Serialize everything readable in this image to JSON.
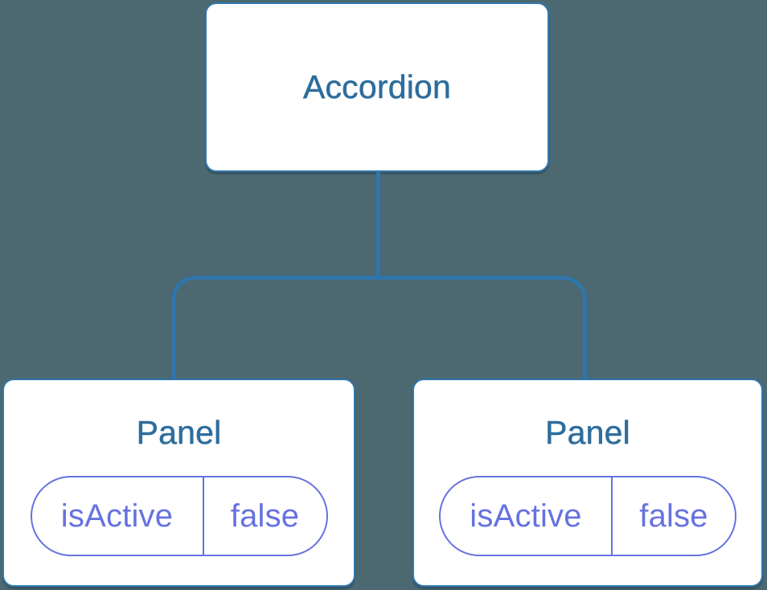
{
  "diagram": {
    "kind": "component-tree",
    "root": {
      "title": "Accordion"
    },
    "children": [
      {
        "title": "Panel",
        "state": {
          "label": "isActive",
          "value": "false"
        }
      },
      {
        "title": "Panel",
        "state": {
          "label": "isActive",
          "value": "false"
        }
      }
    ]
  },
  "colors": {
    "background": "#4C6870",
    "node_fill": "#FFFFFF",
    "node_border": "#3177AC",
    "connector": "#2F75A9",
    "title_text": "#2E6D9C",
    "state_accent": "#6672E0"
  }
}
